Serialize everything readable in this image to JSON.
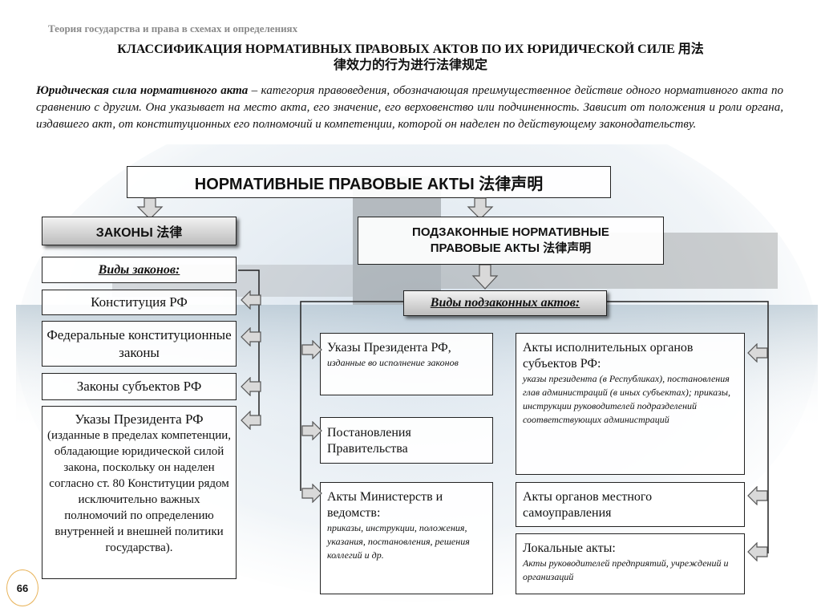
{
  "book_title": "Теория государства и права в схемах и определениях",
  "main_title_line1": "КЛАССИФИКАЦИЯ НОРМАТИВНЫХ ПРАВОВЫХ АКТОВ ПО ИХ ЮРИДИЧЕСКОЙ СИЛЕ 用法",
  "main_title_line2": "律效力的行为进行法律规定",
  "definition": {
    "term": "Юридическая сила нормативного акта",
    "text": " – категория правоведения, обозначающая преимущественное действие одного нормативного акта по сравнению с другим. Она указывает на место акта, его значение, его верховенство или подчиненность. Зависит от положения и роли органа, издавшего акт, от конституционных его полномочий и компетенции, которой он наделен по действующему законодательству."
  },
  "root": "НОРМАТИВНЫЕ ПРАВОВЫЕ АКТЫ  法律声明",
  "laws": {
    "title": "ЗАКОНЫ  法律",
    "types_label": "Виды законов:",
    "items": [
      "Конституция РФ",
      "Федеральные конституционные законы",
      "Законы субъектов РФ"
    ],
    "decrees_title": "Указы Президента РФ",
    "decrees_text": "(изданные в пределах компетенции, обладающие юридической силой закона, поскольку он наделен согласно ст. 80 Конституции рядом исключительно важных полномочий по определению внутренней и внешней политики государства)."
  },
  "sublaws": {
    "title": "ПОДЗАКОННЫЕ НОРМАТИВНЫЕ ПРАВОВЫЕ АКТЫ   法律声明",
    "types_label": "Виды подзаконных актов:",
    "left": [
      {
        "title": "Указы Президента РФ,",
        "desc": "изданные во исполнение законов"
      },
      {
        "title": "Постановления Правительства",
        "desc": ""
      },
      {
        "title": "Акты Министерств и ведомств:",
        "desc": "приказы, инструкции, положения, указания, постановления, решения коллегий и др."
      }
    ],
    "right": [
      {
        "title": "Акты исполнительных органов субъектов РФ:",
        "desc": "указы президента (в Республиках), постановления глав администраций (в иных субъектах); приказы, инструкции руководителей подразделений соответствующих администраций"
      },
      {
        "title": "Акты органов местного самоуправления",
        "desc": ""
      },
      {
        "title": "Локальные акты:",
        "desc": "Акты руководителей предприятий, учреждений и организаций"
      }
    ]
  },
  "page_number": "66"
}
